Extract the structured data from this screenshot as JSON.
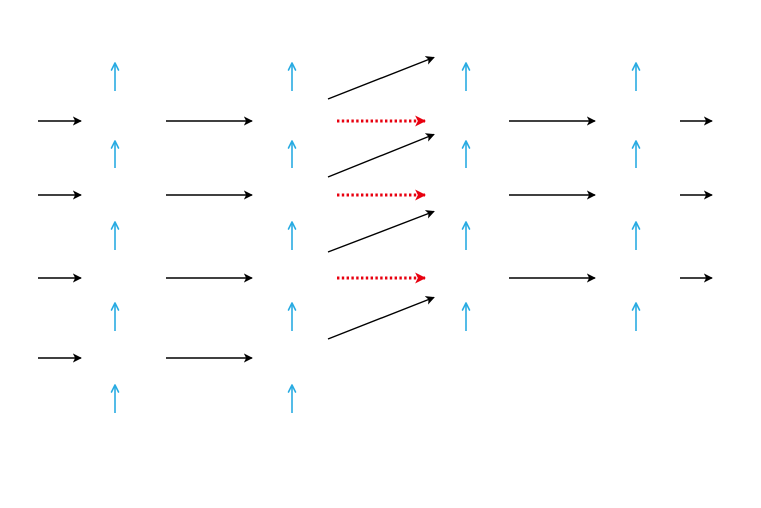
{
  "colors": {
    "background": "#ffffff",
    "flow_arrow": "#000000",
    "vertical_arrow": "#29abe2",
    "dotted_arrow": "#e8000f"
  },
  "arrow_kinds": {
    "flow": {
      "color_key": "flow_arrow",
      "style": "solid",
      "head": "filled-triangle"
    },
    "vertical": {
      "color_key": "vertical_arrow",
      "style": "solid",
      "head": "open-chevron"
    },
    "dotted": {
      "color_key": "dotted_arrow",
      "style": "dotted",
      "head": "filled-triangle"
    }
  },
  "icons": {
    "flow_arrow": "right-arrow-icon",
    "diagonal_arrow": "diagonal-arrow-icon",
    "vertical_arrow": "up-arrow-icon",
    "dotted_arrow": "dotted-right-arrow-icon"
  },
  "structure": {
    "column_1": {
      "horizontal_arrows": 4,
      "vertical_arrows": 5
    },
    "column_2": {
      "horizontal_arrows": 4,
      "vertical_arrows": 5
    },
    "transition": {
      "diagonal_arrows": 4,
      "dotted_arrows": 3
    },
    "column_3": {
      "vertical_arrows": 4
    },
    "column_4": {
      "horizontal_arrows": 3,
      "vertical_arrows": 4
    },
    "column_5": {
      "horizontal_arrows": 3
    }
  }
}
